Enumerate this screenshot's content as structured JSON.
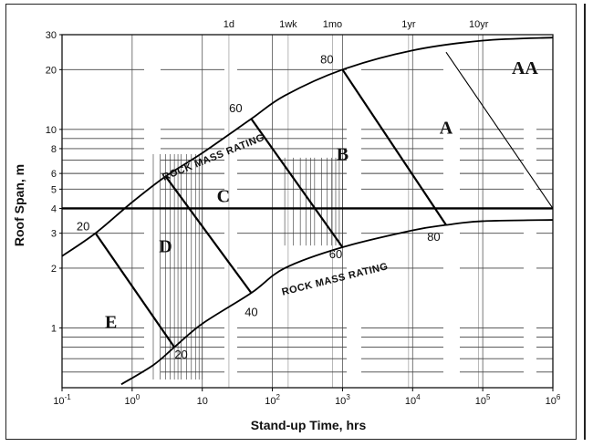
{
  "chart_data": {
    "type": "line",
    "title": "",
    "xlabel": "Stand-up Time, hrs",
    "ylabel": "Roof Span, m",
    "x_scale": "log",
    "y_scale": "log",
    "xlim": [
      0.1,
      1000000
    ],
    "ylim": [
      0.5,
      30
    ],
    "x_ticks": [
      {
        "value": 0.1,
        "base": "10",
        "exp": "-1"
      },
      {
        "value": 1,
        "base": "10",
        "exp": "0"
      },
      {
        "value": 10,
        "base": "10",
        "exp": ""
      },
      {
        "value": 100,
        "base": "10",
        "exp": "2"
      },
      {
        "value": 1000,
        "base": "10",
        "exp": "3"
      },
      {
        "value": 10000,
        "base": "10",
        "exp": "4"
      },
      {
        "value": 100000,
        "base": "10",
        "exp": "5"
      },
      {
        "value": 1000000,
        "base": "10",
        "exp": "6"
      }
    ],
    "y_ticks": [
      {
        "value": 30,
        "label": "30"
      },
      {
        "value": 20,
        "label": "20"
      },
      {
        "value": 10,
        "label": "10"
      },
      {
        "value": 8,
        "label": "8"
      },
      {
        "value": 6,
        "label": "6"
      },
      {
        "value": 5,
        "label": "5"
      },
      {
        "value": 4,
        "label": "4"
      },
      {
        "value": 3,
        "label": "3"
      },
      {
        "value": 2,
        "label": "2"
      },
      {
        "value": 1,
        "label": "1"
      }
    ],
    "top_time_marks": [
      {
        "label": "1d",
        "value": 24
      },
      {
        "label": "1wk",
        "value": 168
      },
      {
        "label": "1mo",
        "value": 720
      },
      {
        "label": "1yr",
        "value": 8760
      },
      {
        "label": "10yr",
        "value": 87600
      }
    ],
    "grid": "horizontal lines and decade verticals",
    "series": [
      {
        "name": "ROCK MASS RATING",
        "points": [
          [
            0.1,
            2.3
          ],
          [
            0.3,
            3.0
          ],
          [
            1,
            4.3
          ],
          [
            3,
            5.8
          ],
          [
            10,
            7.6
          ],
          [
            50,
            11.3
          ],
          [
            150,
            14.8
          ],
          [
            1000,
            20
          ],
          [
            10000,
            25
          ],
          [
            100000,
            28
          ],
          [
            1000000,
            29
          ]
        ]
      },
      {
        "name": "ROCK MASS RATING",
        "points": [
          [
            0.7,
            0.52
          ],
          [
            2,
            0.65
          ],
          [
            4,
            0.8
          ],
          [
            10,
            1.05
          ],
          [
            50,
            1.5
          ],
          [
            150,
            2.0
          ],
          [
            1000,
            2.55
          ],
          [
            10000,
            3.1
          ],
          [
            30000,
            3.3
          ],
          [
            100000,
            3.45
          ],
          [
            1000000,
            3.5
          ]
        ]
      }
    ],
    "rating_lines": [
      {
        "label": "20",
        "from": [
          0.3,
          3.0
        ],
        "to": [
          4,
          0.8
        ]
      },
      {
        "label": "40",
        "from": [
          3,
          5.8
        ],
        "to": [
          50,
          1.5
        ]
      },
      {
        "label": "60",
        "from": [
          50,
          11.3
        ],
        "to": [
          1000,
          2.55
        ]
      },
      {
        "label": "80",
        "from": [
          1000,
          20
        ],
        "to": [
          30000,
          3.3
        ]
      }
    ],
    "boundary_lines": [
      {
        "from": [
          0.1,
          4.0
        ],
        "to": [
          1000000,
          4.0
        ]
      },
      {
        "from": [
          30000,
          24.5
        ],
        "to": [
          1000000,
          4.0
        ]
      }
    ],
    "regions": [
      {
        "label": "A",
        "x": 30000,
        "y": 9.5
      },
      {
        "label": "AA",
        "x": 400000,
        "y": 19
      },
      {
        "label": "B",
        "x": 1000,
        "y": 7.0
      },
      {
        "label": "C",
        "x": 20,
        "y": 4.3
      },
      {
        "label": "D",
        "x": 3,
        "y": 2.4
      },
      {
        "label": "E",
        "x": 0.5,
        "y": 1.0
      }
    ],
    "curve_labels": [
      {
        "label": "ROCK MASS RATING",
        "x": 15,
        "y": 7.0,
        "angle": -22
      },
      {
        "label": "ROCK MASS RATING",
        "x": 800,
        "y": 1.7,
        "angle": -14
      }
    ],
    "rating_labels": [
      {
        "label": "80",
        "x": 600,
        "y": 21.5
      },
      {
        "label": "60",
        "x": 30,
        "y": 12.2
      },
      {
        "label": "20",
        "x": 0.2,
        "y": 3.1
      },
      {
        "label": "80",
        "x": 20000,
        "y": 2.75
      },
      {
        "label": "60",
        "x": 800,
        "y": 2.25
      },
      {
        "label": "40",
        "x": 50,
        "y": 1.15
      },
      {
        "label": "20",
        "x": 5,
        "y": 0.7
      }
    ]
  }
}
